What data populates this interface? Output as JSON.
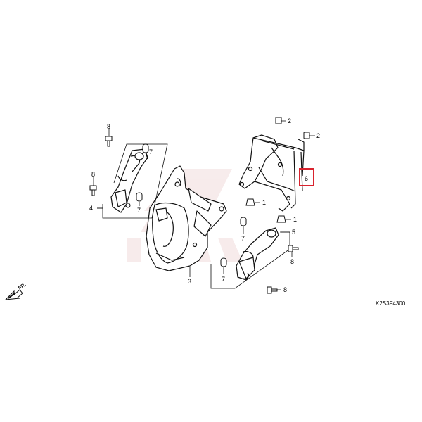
{
  "diagram": {
    "code": "K2S3F4300",
    "front_arrow_label": "FR.",
    "highlighted_part": "6",
    "highlight_color": "#d9232e",
    "line_color": "#111111",
    "watermark_color": "#f1dcdc",
    "callouts": [
      {
        "id": "c2a",
        "label": "2"
      },
      {
        "id": "c2b",
        "label": "2"
      },
      {
        "id": "c6",
        "label": "6"
      },
      {
        "id": "c1a",
        "label": "1"
      },
      {
        "id": "c1b",
        "label": "1"
      },
      {
        "id": "c5",
        "label": "5"
      },
      {
        "id": "c7a",
        "label": "7"
      },
      {
        "id": "c7b",
        "label": "7"
      },
      {
        "id": "c7c",
        "label": "7"
      },
      {
        "id": "c8a",
        "label": "8"
      },
      {
        "id": "c8b",
        "label": "8"
      },
      {
        "id": "c8c",
        "label": "8"
      },
      {
        "id": "c8d",
        "label": "8"
      },
      {
        "id": "c4",
        "label": "4"
      },
      {
        "id": "c3",
        "label": "3"
      }
    ]
  }
}
